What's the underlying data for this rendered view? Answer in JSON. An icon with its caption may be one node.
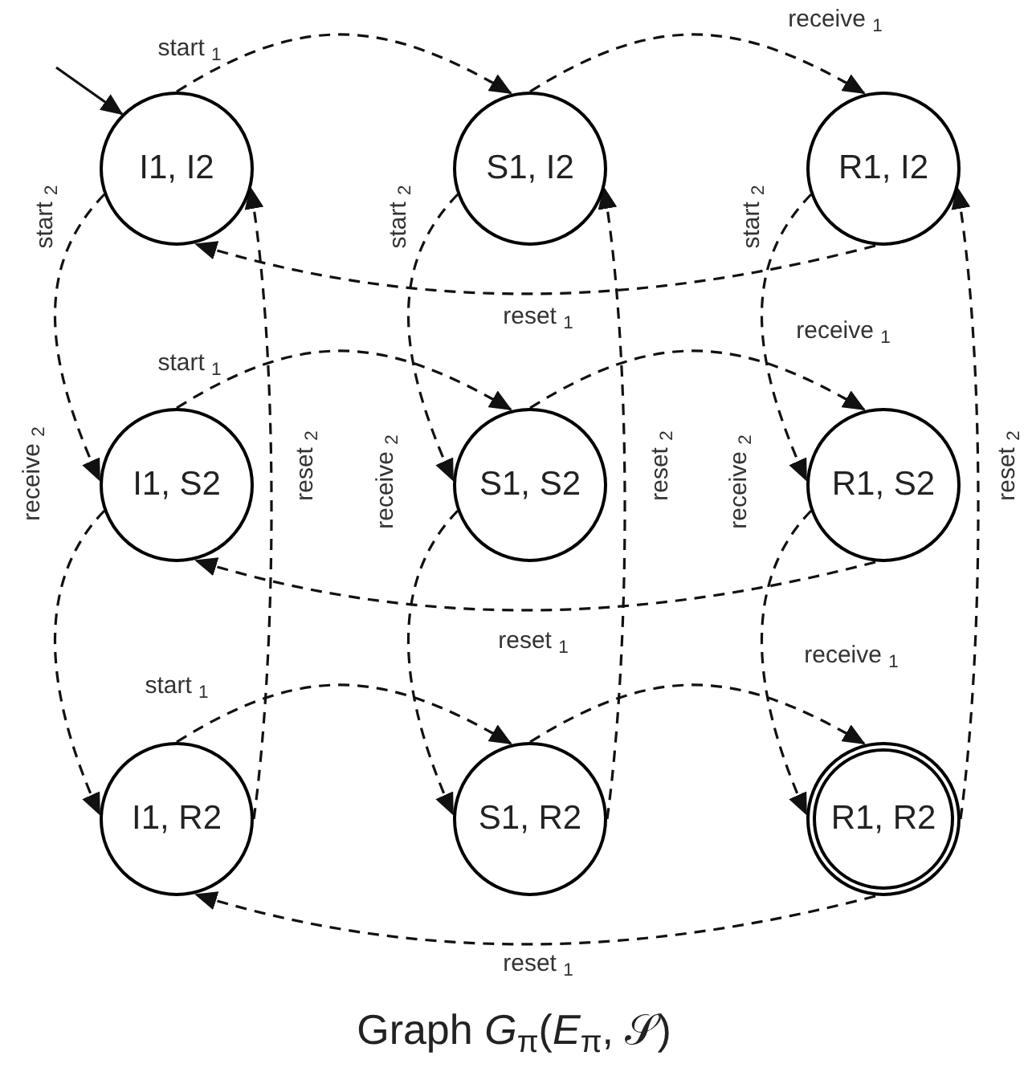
{
  "diagram": {
    "caption": "Graph *G*$_{π}$(*E*$_{π}$, 𝒮)",
    "nodes": [
      {
        "text": [
          "I1, I2"
        ]
      },
      {
        "text": [
          "S1, I2"
        ]
      },
      {
        "text": [
          "R1, I2"
        ]
      },
      {
        "text": [
          "I1, S2"
        ]
      },
      {
        "text": [
          "S1, S2"
        ]
      },
      {
        "text": [
          "R1, S2"
        ]
      },
      {
        "text": [
          "I1, R2"
        ]
      },
      {
        "text": [
          "S1, R2"
        ]
      },
      {
        "text": [
          "R1, R2"
        ]
      }
    ],
    "edges": [
      {
        "from": null,
        "to": 0,
        "arrow": "to"
      },
      {
        "from": 0,
        "to": 1,
        "arrow": "to",
        "label": "start $_{1}$",
        "style": "dashed"
      },
      {
        "from": 1,
        "to": 2,
        "arrow": "to",
        "label": "receive $_{1}$",
        "style": "dashed"
      },
      {
        "from": 2,
        "to": 0,
        "arrow": "to",
        "label": "reset $_{1}$",
        "style": "dashed"
      },
      {
        "from": 3,
        "to": 4,
        "arrow": "to",
        "label": "start $_{1}$",
        "style": "dashed"
      },
      {
        "from": 4,
        "to": 5,
        "arrow": "to",
        "label": "receive $_{1}$",
        "style": "dashed"
      },
      {
        "from": 5,
        "to": 3,
        "arrow": "to",
        "label": "reset $_{1}$",
        "style": "dashed"
      },
      {
        "from": 6,
        "to": 7,
        "arrow": "to",
        "label": "start $_{1}$",
        "style": "dashed"
      },
      {
        "from": 7,
        "to": 8,
        "arrow": "to",
        "label": "receive $_{1}$",
        "style": "dashed"
      },
      {
        "from": 8,
        "to": 6,
        "arrow": "to",
        "label": "reset $_{1}$",
        "style": "dashed"
      },
      {
        "from": 0,
        "to": 3,
        "arrow": "to",
        "label": "start $_{2}$",
        "style": "dashed"
      },
      {
        "from": 1,
        "to": 4,
        "arrow": "to",
        "label": "start $_{2}$",
        "style": "dashed"
      },
      {
        "from": 2,
        "to": 5,
        "arrow": "to",
        "label": "start $_{2}$",
        "style": "dashed"
      },
      {
        "from": 3,
        "to": 6,
        "arrow": "to",
        "label": "receive $_{2}$",
        "style": "dashed"
      },
      {
        "from": 4,
        "to": 7,
        "arrow": "to",
        "label": "receive $_{2}$",
        "style": "dashed"
      },
      {
        "from": 5,
        "to": 8,
        "arrow": "to",
        "label": "receive $_{2}$",
        "style": "dashed"
      },
      {
        "from": 6,
        "to": 0,
        "arrow": "to",
        "label": "reset $_{2}$",
        "style": "dashed"
      },
      {
        "from": 7,
        "to": 1,
        "arrow": "to",
        "label": "reset $_{2}$",
        "style": "dashed"
      },
      {
        "from": 8,
        "to": 2,
        "arrow": "to",
        "label": "reset $_{2}$",
        "style": "dashed"
      }
    ]
  }
}
